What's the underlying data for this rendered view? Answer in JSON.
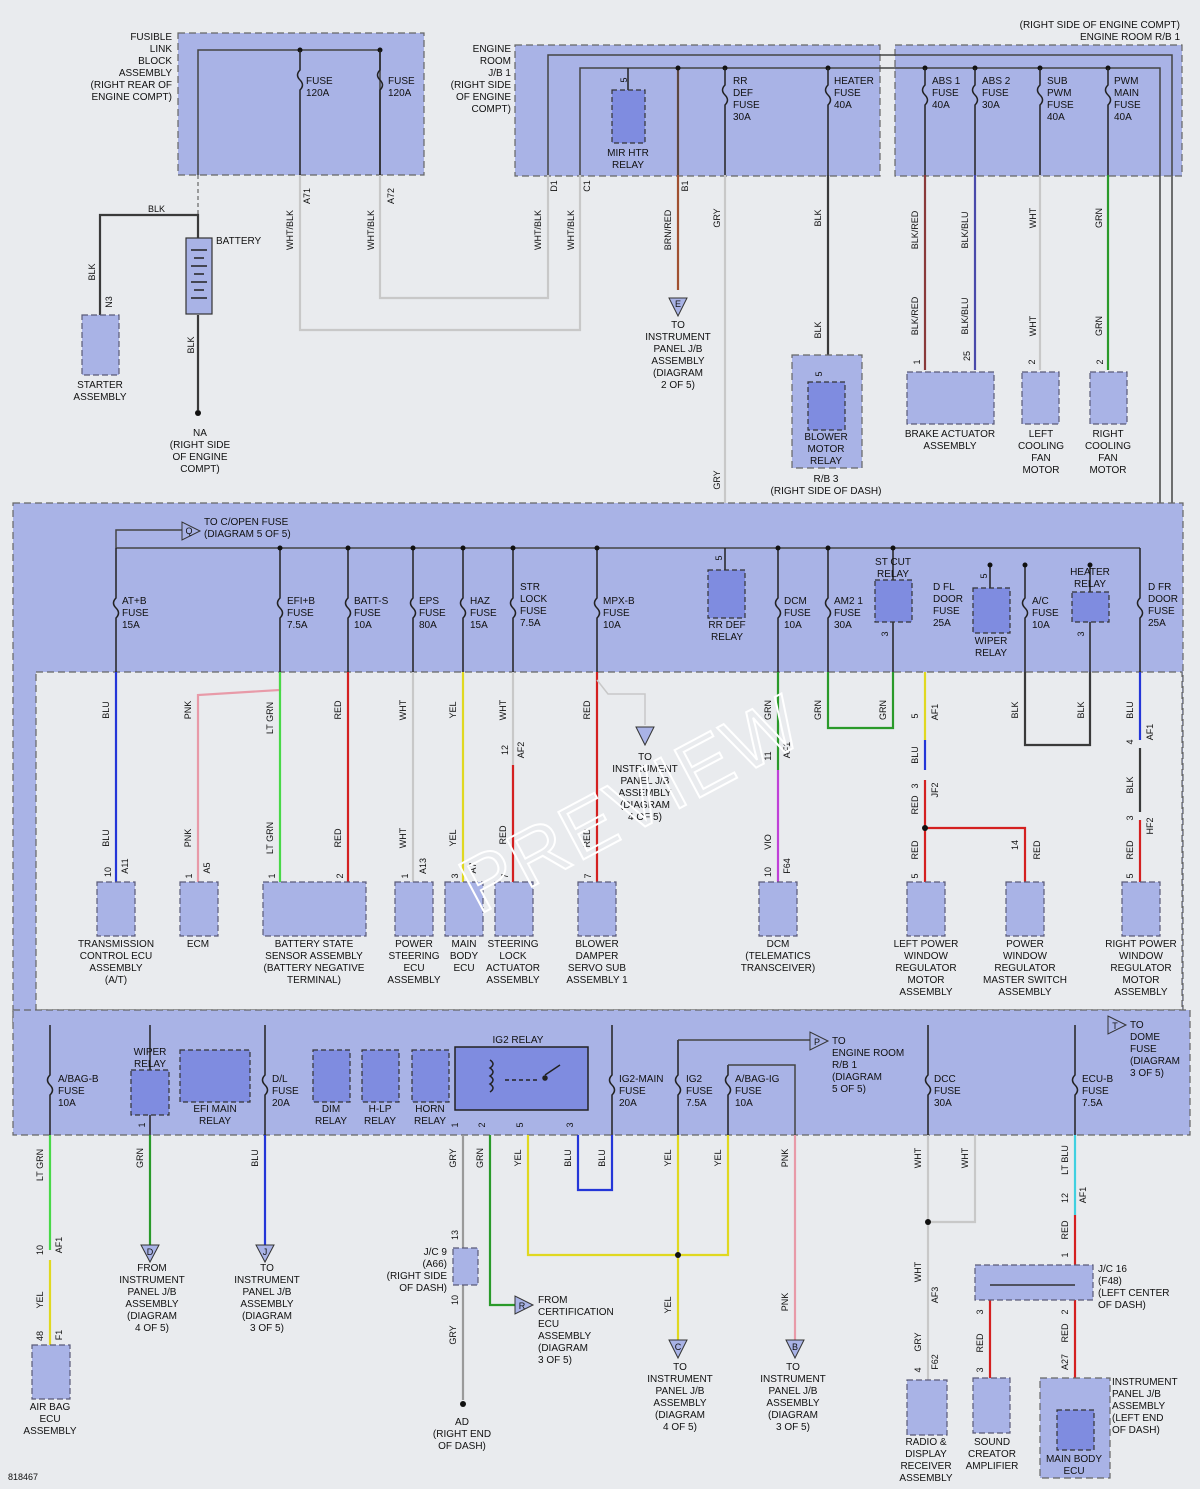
{
  "diagram_id": "818467",
  "watermark": "PREVIEW",
  "colors": {
    "BLK": "#3a3a3a",
    "WHT": "#c8c8c8",
    "GRY": "#9a9a9a",
    "BLU": "#2436d8",
    "RED": "#d42020",
    "GRN": "#2a9a2a",
    "YEL": "#e0d820",
    "PNK": "#e89aa8",
    "LTGRN": "#48d848",
    "BRNRED": "#a05030",
    "VIO": "#c040d8",
    "LTBLU": "#40d0e0",
    "frame": "#a9b3e6",
    "relay": "#7f8ce0"
  },
  "top": {
    "header": "(RIGHT SIDE OF ENGINE COMPT)\nENGINE ROOM R/B 1",
    "fusible_link": "FUSIBLE\nLINK\nBLOCK\nASSEMBLY\n(RIGHT REAR OF\nENGINE COMPT)",
    "jb1": "ENGINE\nROOM\nJ/B 1\n(RIGHT SIDE\nOF ENGINE\nCOMPT)",
    "fuse120a_1": "FUSE\n120A",
    "fuse120a_2": "FUSE\n120A",
    "battery": "BATTERY",
    "starter": "STARTER\nASSEMBLY",
    "na": "NA\n(RIGHT SIDE\nOF ENGINE\nCOMPT)",
    "mir_htr": "MIR HTR\nRELAY",
    "rr_def_fuse": "RR\nDEF\nFUSE\n30A",
    "heater_fuse": "HEATER\nFUSE\n40A",
    "abs1": "ABS 1\nFUSE\n40A",
    "abs2": "ABS 2\nFUSE\n30A",
    "sub_pwm": "SUB\nPWM\nFUSE\n40A",
    "pwm_main": "PWM\nMAIN\nFUSE\n40A",
    "to_ipjb_2of5": "TO\nINSTRUMENT\nPANEL J/B\nASSEMBLY\n(DIAGRAM\n2 OF 5)",
    "blower_relay": "BLOWER\nMOTOR\nRELAY",
    "rb3": "R/B 3\n(RIGHT SIDE OF DASH)",
    "brake_act": "BRAKE ACTUATOR\nASSEMBLY",
    "left_fan": "LEFT\nCOOLING\nFAN\nMOTOR",
    "right_fan": "RIGHT\nCOOLING\nFAN\nMOTOR"
  },
  "wires": {
    "blk": "BLK",
    "wht": "WHT",
    "gry": "GRY",
    "blu": "BLU",
    "red": "RED",
    "grn": "GRN",
    "yel": "YEL",
    "pnk": "PNK",
    "ltgrn": "LT GRN",
    "vio": "VIO",
    "ltblu": "LT BLU",
    "whtblk": "WHT/BLK",
    "brnred": "BRN/RED",
    "blkred": "BLK/RED",
    "blkblu": "BLK/BLU"
  },
  "pins": {
    "n3": "N3",
    "a71": "A71",
    "a72": "A72",
    "d1": "D1",
    "c1": "C1",
    "b1": "B1",
    "p1": "1",
    "p2": "2",
    "p3": "3",
    "p4": "4",
    "p5": "5",
    "p7": "7",
    "p10": "10",
    "p11": "11",
    "p12": "12",
    "p13": "13",
    "p14": "14",
    "p25": "25",
    "p48": "48",
    "a11": "A11",
    "a5": "A5",
    "a13": "A13",
    "a7": "A7",
    "af1": "AF1",
    "af2": "AF2",
    "af3": "AF3",
    "f64": "F64",
    "jf2": "JF2",
    "hf2": "HF2",
    "f1": "F1",
    "f62": "F62",
    "a27": "A27"
  },
  "middle": {
    "to_copen": "TO C/OPEN FUSE\n(DIAGRAM 5 OF 5)",
    "atb": "AT+B\nFUSE\n15A",
    "efib": "EFI+B\nFUSE\n7.5A",
    "batts": "BATT-S\nFUSE\n10A",
    "eps": "EPS\nFUSE\n80A",
    "haz": "HAZ\nFUSE\n15A",
    "str_lock": "STR\nLOCK\nFUSE\n7.5A",
    "mpxb": "MPX-B\nFUSE\n10A",
    "rr_def_relay": "RR DEF\nRELAY",
    "dcm_fuse": "DCM\nFUSE\n10A",
    "am21": "AM2 1\nFUSE\n30A",
    "st_cut": "ST CUT\nRELAY",
    "dfl_door": "D FL\nDOOR\nFUSE\n25A",
    "wiper_relay_m": "WIPER\nRELAY",
    "ac_fuse": "A/C\nFUSE\n10A",
    "heater_relay": "HEATER\nRELAY",
    "dfr_door": "D FR\nDOOR\nFUSE\n25A",
    "to_ipjb_4of5": "TO\nINSTRUMENT\nPANEL J/B\nASSEMBLY\n(DIAGRAM\n4 OF 5)",
    "tcu": "TRANSMISSION\nCONTROL ECU\nASSEMBLY\n(A/T)",
    "ecm": "ECM",
    "bss": "BATTERY STATE\nSENSOR ASSEMBLY\n(BATTERY NEGATIVE\nTERMINAL)",
    "ps_ecu": "POWER\nSTEERING\nECU\nASSEMBLY",
    "main_body": "MAIN\nBODY\nECU",
    "steer_lock": "STEERING\nLOCK\nACTUATOR\nASSEMBLY",
    "blower_damper": "BLOWER\nDAMPER\nSERVO SUB\nASSEMBLY 1",
    "dcm": "DCM\n(TELEMATICS\nTRANSCEIVER)",
    "lpw": "LEFT POWER\nWINDOW\nREGULATOR\nMOTOR\nASSEMBLY",
    "pwms": "POWER\nWINDOW\nREGULATOR\nMASTER SWITCH\nASSEMBLY",
    "rpw": "RIGHT POWER\nWINDOW\nREGULATOR\nMOTOR\nASSEMBLY"
  },
  "bottom": {
    "abag_b": "A/BAG-B\nFUSE\n10A",
    "wiper_relay_b": "WIPER\nRELAY",
    "efi_main": "EFI MAIN\nRELAY",
    "dl_fuse": "D/L\nFUSE\n20A",
    "dim": "DIM\nRELAY",
    "hlp": "H-LP\nRELAY",
    "horn": "HORN\nRELAY",
    "ig2_relay": "IG2 RELAY",
    "ig2_main": "IG2-MAIN\nFUSE\n20A",
    "ig2_fuse": "IG2\nFUSE\n7.5A",
    "abag_ig": "A/BAG-IG\nFUSE\n10A",
    "to_rb1": "TO\nENGINE ROOM\nR/B 1\n(DIAGRAM\n5 OF 5)",
    "dcc": "DCC\nFUSE\n30A",
    "to_dome": "TO\nDOME\nFUSE\n(DIAGRAM\n3 OF 5)",
    "ecub": "ECU-B\nFUSE\n7.5A",
    "from_ipjb_4": "FROM\nINSTRUMENT\nPANEL J/B\nASSEMBLY\n(DIAGRAM\n4 OF 5)",
    "to_ipjb_3": "TO\nINSTRUMENT\nPANEL J/B\nASSEMBLY\n(DIAGRAM\n3 OF 5)",
    "jc9": "J/C 9\n(A66)\n(RIGHT SIDE\nOF DASH)",
    "from_cert": "FROM\nCERTIFICATION\nECU\nASSEMBLY\n(DIAGRAM\n3 OF 5)",
    "to_ipjb_c": "TO\nINSTRUMENT\nPANEL J/B\nASSEMBLY\n(DIAGRAM\n4 OF 5)",
    "to_ipjb_b": "TO\nINSTRUMENT\nPANEL J/B\nASSEMBLY\n(DIAGRAM\n3 OF 5)",
    "ad": "AD\n(RIGHT END\nOF DASH)",
    "airbag": "AIR BAG\nECU\nASSEMBLY",
    "radio": "RADIO &\nDISPLAY\nRECEIVER\nASSEMBLY",
    "sound": "SOUND\nCREATOR\nAMPLIFIER",
    "jc16": "J/C 16\n(F48)\n(LEFT CENTER\nOF DASH)",
    "ipjb_left": "INSTRUMENT\nPANEL J/B\nASSEMBLY\n(LEFT END\nOF DASH)",
    "main_body_b": "MAIN BODY\nECU"
  },
  "connectors": {
    "E": "E",
    "Q": "Q",
    "P": "P",
    "T": "T",
    "D": "D",
    "J": "J",
    "R": "R",
    "C": "C",
    "B": "B"
  }
}
